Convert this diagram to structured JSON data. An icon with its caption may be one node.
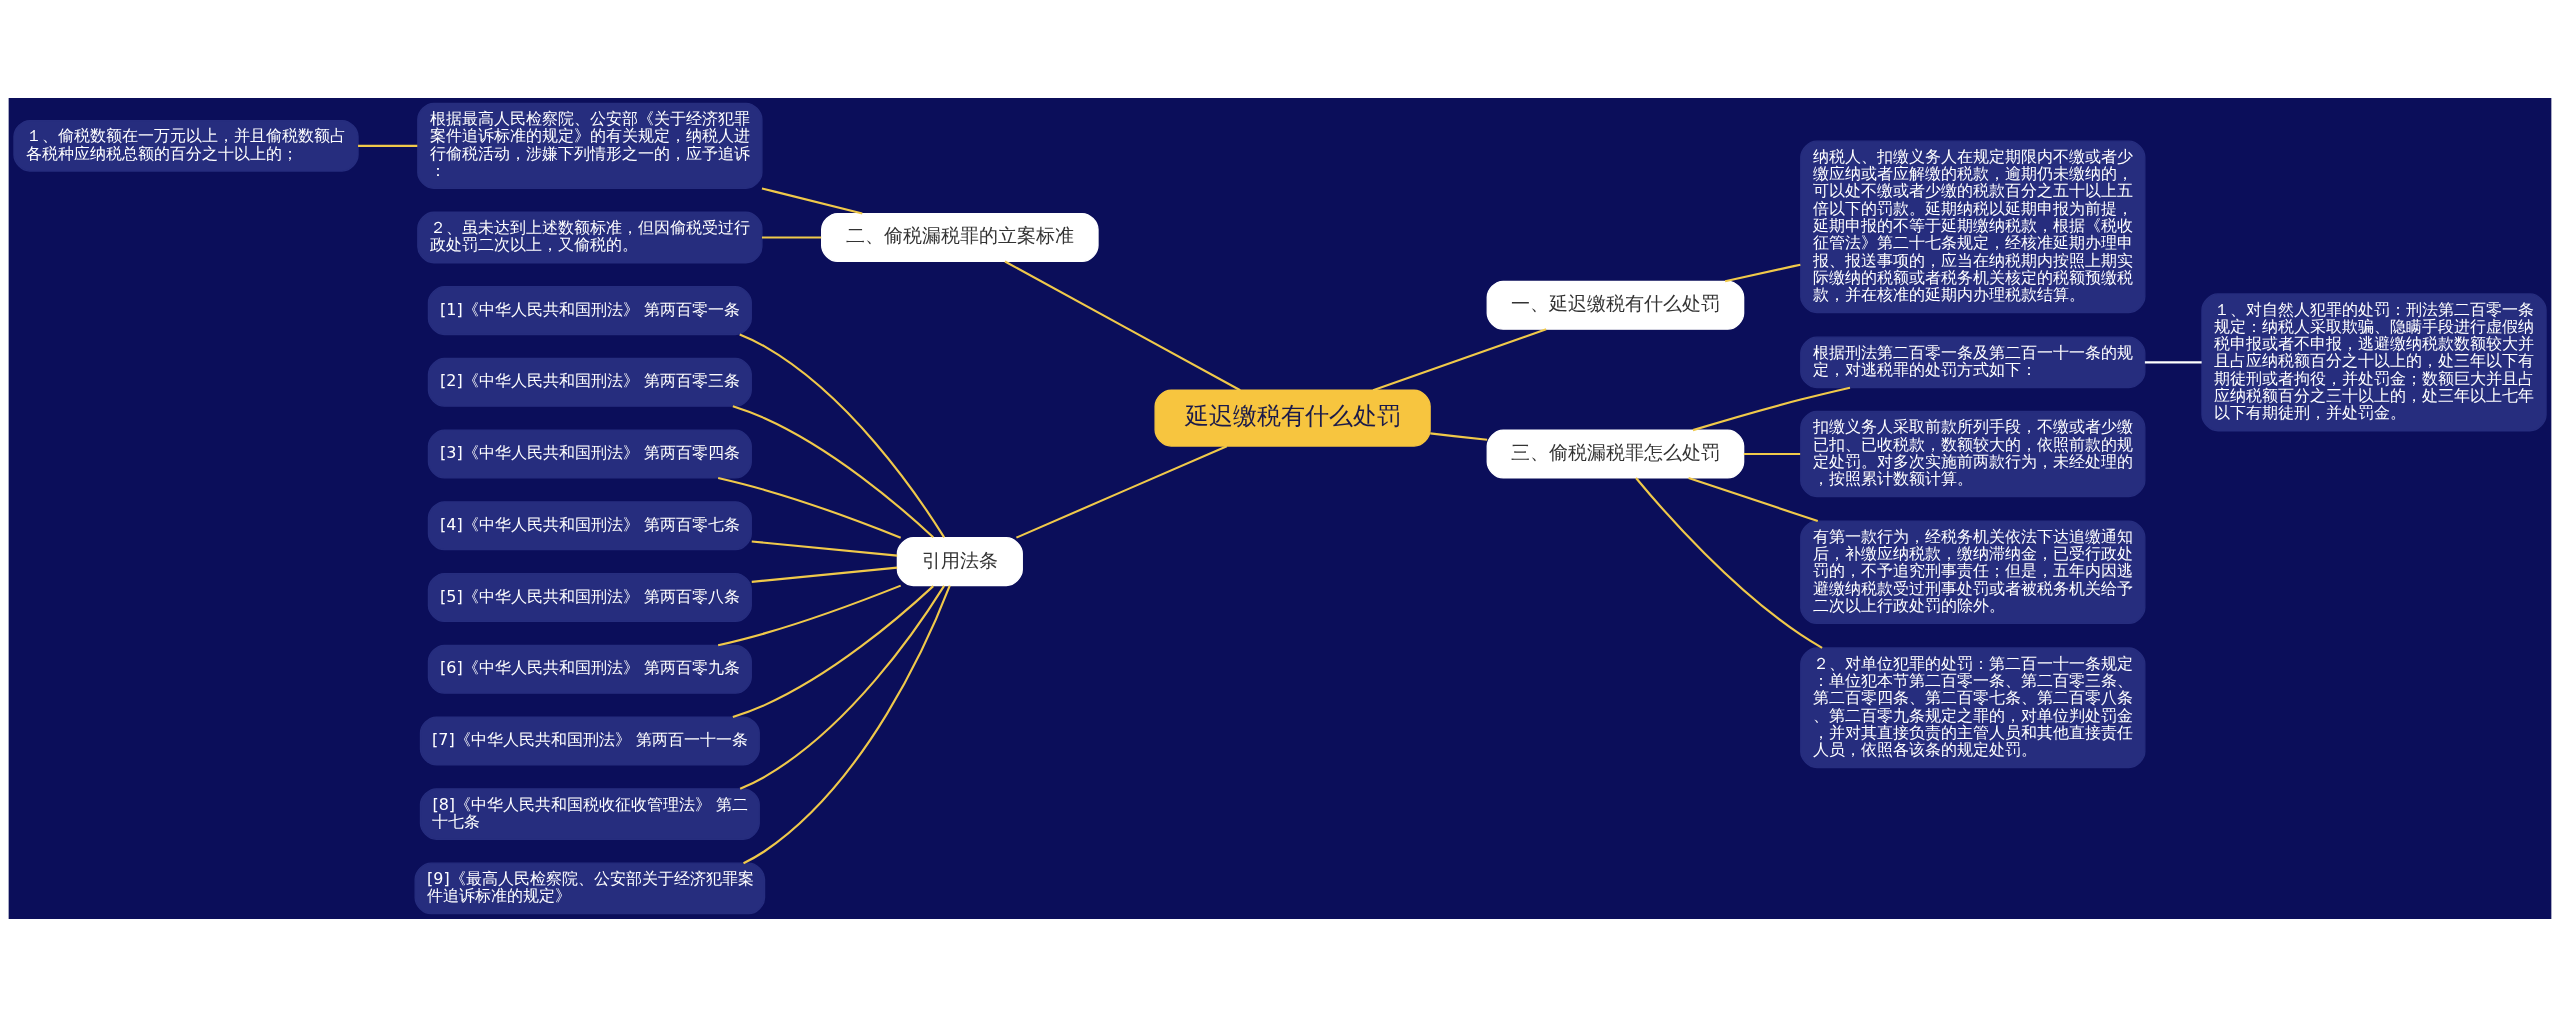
{
  "diagram": {
    "nodes": [
      {
        "text": [
          "延迟缴税有什么处罚"
        ]
      },
      {
        "text": [
          "一、延迟缴税有什么处罚"
        ]
      },
      {
        "text": [
          "纳税人、扣缴义务人在规定期限内不缴或者少缴应纳或者应解缴的税款，逾期仍未缴纳的，可以处不缴或者少缴的税款百分之五十以上五倍以下的罚款。延期纳税以延期申报为前提，延期申报的不等于延期缴纳税款，根据《税收征管法》第二十七条规定，经核准延期办理申报、报送事项的，应当在纳税期内按照上期实际缴纳的税额或者税务机关核定的税额预缴税款，并在核准的延期内办理税款结算。"
        ]
      },
      {
        "text": [
          "二、偷税漏税罪的立案标准"
        ]
      },
      {
        "text": [
          "根据最高人民检察院、公安部《关于经济犯罪案件追诉标准的规定》的有关规定，纳税人进行偷税活动，涉嫌下列情形之一的，应予追诉："
        ]
      },
      {
        "text": [
          "１、偷税数额在一万元以上，并且偷税数额占各税种应纳税总额的百分之十以上的；"
        ]
      },
      {
        "text": [
          "２、虽未达到上述数额标准，但因偷税受过行政处罚二次以上，又偷税的。"
        ]
      },
      {
        "text": [
          "三、偷税漏税罪怎么处罚"
        ]
      },
      {
        "text": [
          "根据刑法第二百零一条及第二百一十一条的规定，对逃税罪的处罚方式如下："
        ]
      },
      {
        "text": [
          "１、对自然人犯罪的处罚：刑法第二百零一条规定：纳税人采取欺骗、隐瞒手段进行虚假纳税申报或者不申报，逃避缴纳税款数额较大并且占应纳税额百分之十以上的，处三年以下有期徒刑或者拘役，并处罚金；数额巨大并且占应纳税额百分之三十以上的，处三年以上七年以下有期徒刑，并处罚金。"
        ]
      },
      {
        "text": [
          "扣缴义务人采取前款所列手段，不缴或者少缴已扣、已收税款，数额较大的，依照前款的规定处罚。对多次实施前两款行为，未经处理的，按照累计数额计算。"
        ]
      },
      {
        "text": [
          "有第一款行为，经税务机关依法下达追缴通知后，补缴应纳税款，缴纳滞纳金，已受行政处罚的，不予追究刑事责任；但是，五年内因逃避缴纳税款受过刑事处罚或者被税务机关给予二次以上行政处罚的除外。"
        ]
      },
      {
        "text": [
          "２、对单位犯罪的处罚：第二百一十一条规定：单位犯本节第二百零一条、第二百零三条、第二百零四条、第二百零七条、第二百零八条、第二百零九条规定之罪的，对单位判处罚金，并对其直接负责的主管人员和其他直接责任人员，依照各该条的规定处罚。"
        ]
      },
      {
        "text": [
          "引用法条"
        ]
      },
      {
        "text": [
          "[1]《中华人民共和国刑法》 第两百零一条"
        ]
      },
      {
        "text": [
          "[2]《中华人民共和国刑法》 第两百零三条"
        ]
      },
      {
        "text": [
          "[3]《中华人民共和国刑法》 第两百零四条"
        ]
      },
      {
        "text": [
          "[4]《中华人民共和国刑法》 第两百零七条"
        ]
      },
      {
        "text": [
          "[5]《中华人民共和国刑法》 第两百零八条"
        ]
      },
      {
        "text": [
          "[6]《中华人民共和国刑法》 第两百零九条"
        ]
      },
      {
        "text": [
          "[7]《中华人民共和国刑法》 第两百一十一条"
        ]
      },
      {
        "text": [
          "[8]《中华人民共和国税收征收管理法》 第二十七条"
        ]
      },
      {
        "text": [
          "[9]《最高人民检察院、公安部关于经济犯罪案件追诉标准的规定》"
        ]
      }
    ],
    "edges": [
      {
        "from": 0,
        "to": 1,
        "arrow": "none"
      },
      {
        "from": 1,
        "to": 2,
        "arrow": "none"
      },
      {
        "from": 0,
        "to": 3,
        "arrow": "none"
      },
      {
        "from": 3,
        "to": 4,
        "arrow": "none"
      },
      {
        "from": 4,
        "to": 5,
        "arrow": "none"
      },
      {
        "from": 3,
        "to": 6,
        "arrow": "none"
      },
      {
        "from": 0,
        "to": 7,
        "arrow": "none"
      },
      {
        "from": 7,
        "to": 8,
        "arrow": "none"
      },
      {
        "from": 8,
        "to": 9,
        "arrow": "none",
        "color": "#ffffff"
      },
      {
        "from": 7,
        "to": 10,
        "arrow": "none"
      },
      {
        "from": 7,
        "to": 11,
        "arrow": "none"
      },
      {
        "from": 7,
        "to": 12,
        "arrow": "none"
      },
      {
        "from": 0,
        "to": 13,
        "arrow": "none"
      },
      {
        "from": 13,
        "to": 14,
        "arrow": "none"
      },
      {
        "from": 13,
        "to": 15,
        "arrow": "none"
      },
      {
        "from": 13,
        "to": 16,
        "arrow": "none"
      },
      {
        "from": 13,
        "to": 17,
        "arrow": "none"
      },
      {
        "from": 13,
        "to": 18,
        "arrow": "none"
      },
      {
        "from": 13,
        "to": 19,
        "arrow": "none"
      },
      {
        "from": 13,
        "to": 20,
        "arrow": "none"
      },
      {
        "from": 13,
        "to": 21,
        "arrow": "none"
      },
      {
        "from": 13,
        "to": 22,
        "arrow": "none"
      }
    ]
  }
}
